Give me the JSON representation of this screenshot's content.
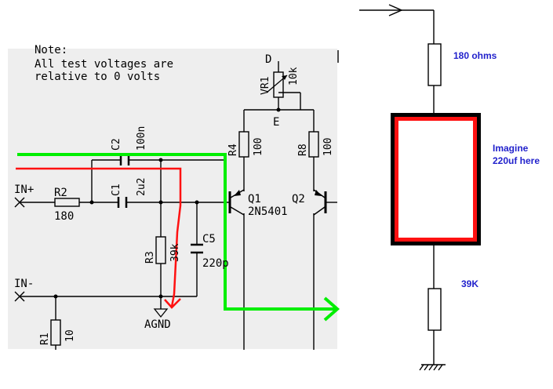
{
  "colors": {
    "panel": "#eeeeee",
    "wire": "#000000",
    "green": "#00ee00",
    "red": "#ff1111",
    "blue_label": "#2222cc",
    "cap_fill": "#ffffff"
  },
  "left_schematic": {
    "note_title": "Note:",
    "note_line1": "All test voltages are",
    "note_line2": "relative to 0 volts",
    "terminal_d": "D",
    "terminal_e": "E",
    "vr1_ref": "VR1",
    "vr1_value": "10k",
    "r4_ref": "R4",
    "r4_value": "100",
    "r8_ref": "R8",
    "r8_value": "100",
    "c2_ref": "C2",
    "c2_value": "100n",
    "c1_ref": "C1",
    "c1_value": "2u2",
    "in_plus": "IN+",
    "in_minus": "IN-",
    "r2_ref": "R2",
    "r2_value": "180",
    "q1_ref": "Q1",
    "q1_part": "2N5401",
    "q2_ref": "Q2",
    "r3_ref": "R3",
    "r3_value": "39k",
    "c5_ref": "C5",
    "c5_value": "220p",
    "agnd": "AGND",
    "r1_ref": "R1",
    "r1_value": "10"
  },
  "right_sketch": {
    "resistor_top_label": "180 ohms",
    "capacitor_label_line1": "Imagine",
    "capacitor_label_line2": "220uf here",
    "resistor_bottom_label": "39K"
  }
}
